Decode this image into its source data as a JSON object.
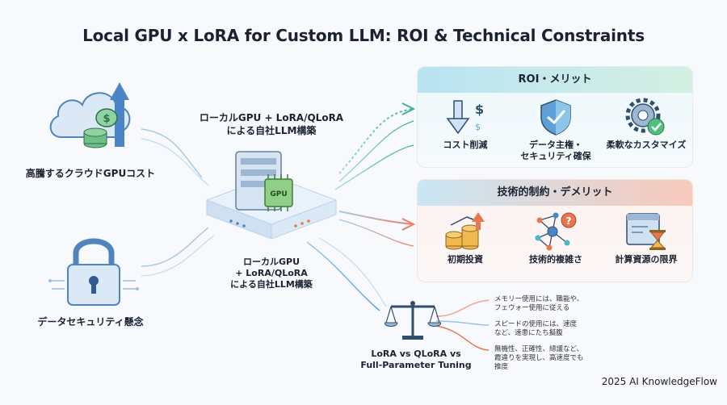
{
  "title": "Local GPU x LoRA for Custom LLM: ROI & Technical Constraints",
  "left": {
    "cloud_label": "高騰するクラウドGPUコスト",
    "security_label": "データセキュリティ懸念"
  },
  "center": {
    "top_label": "ローカルGPU + LoRA/QLoRA\nによる自社LLM構築",
    "bottom_label": "ローカルGPU\n+ LoRA/QLoRA\nによる自社LLM構築",
    "chip_text": "GPU"
  },
  "roi": {
    "header": "ROI・メリット",
    "items": [
      {
        "icon": "cost-down-icon",
        "label": "コスト削減"
      },
      {
        "icon": "shield-check-icon",
        "label": "データ主権・\nセキュリティ確保"
      },
      {
        "icon": "gear-check-icon",
        "label": "柔軟なカスタマイズ"
      }
    ]
  },
  "constraints": {
    "header": "技術的制約・デメリット",
    "items": [
      {
        "icon": "coin-stack-icon",
        "label": "初期投資"
      },
      {
        "icon": "network-question-icon",
        "label": "技術的複雑さ"
      },
      {
        "icon": "hourglass-window-icon",
        "label": "計算資源の限界"
      }
    ]
  },
  "comparison": {
    "label": "LoRA vs QLoRA vs\nFull-Parameter Tuning",
    "notes": [
      "メモリー使用には、職能や、\nフェウォー使用に従える",
      "スピードの使用には、速度\nなど、速患にたち擬腹",
      "無機性、正確性、總議など、\n霞違りを実現し、高速度でも\n推度"
    ]
  },
  "footer": "2025 AI KnowledgeFlow",
  "colors": {
    "blue": "#3d7fc4",
    "green": "#3fae78",
    "orange": "#e8774f",
    "teal": "#48b7c9"
  }
}
